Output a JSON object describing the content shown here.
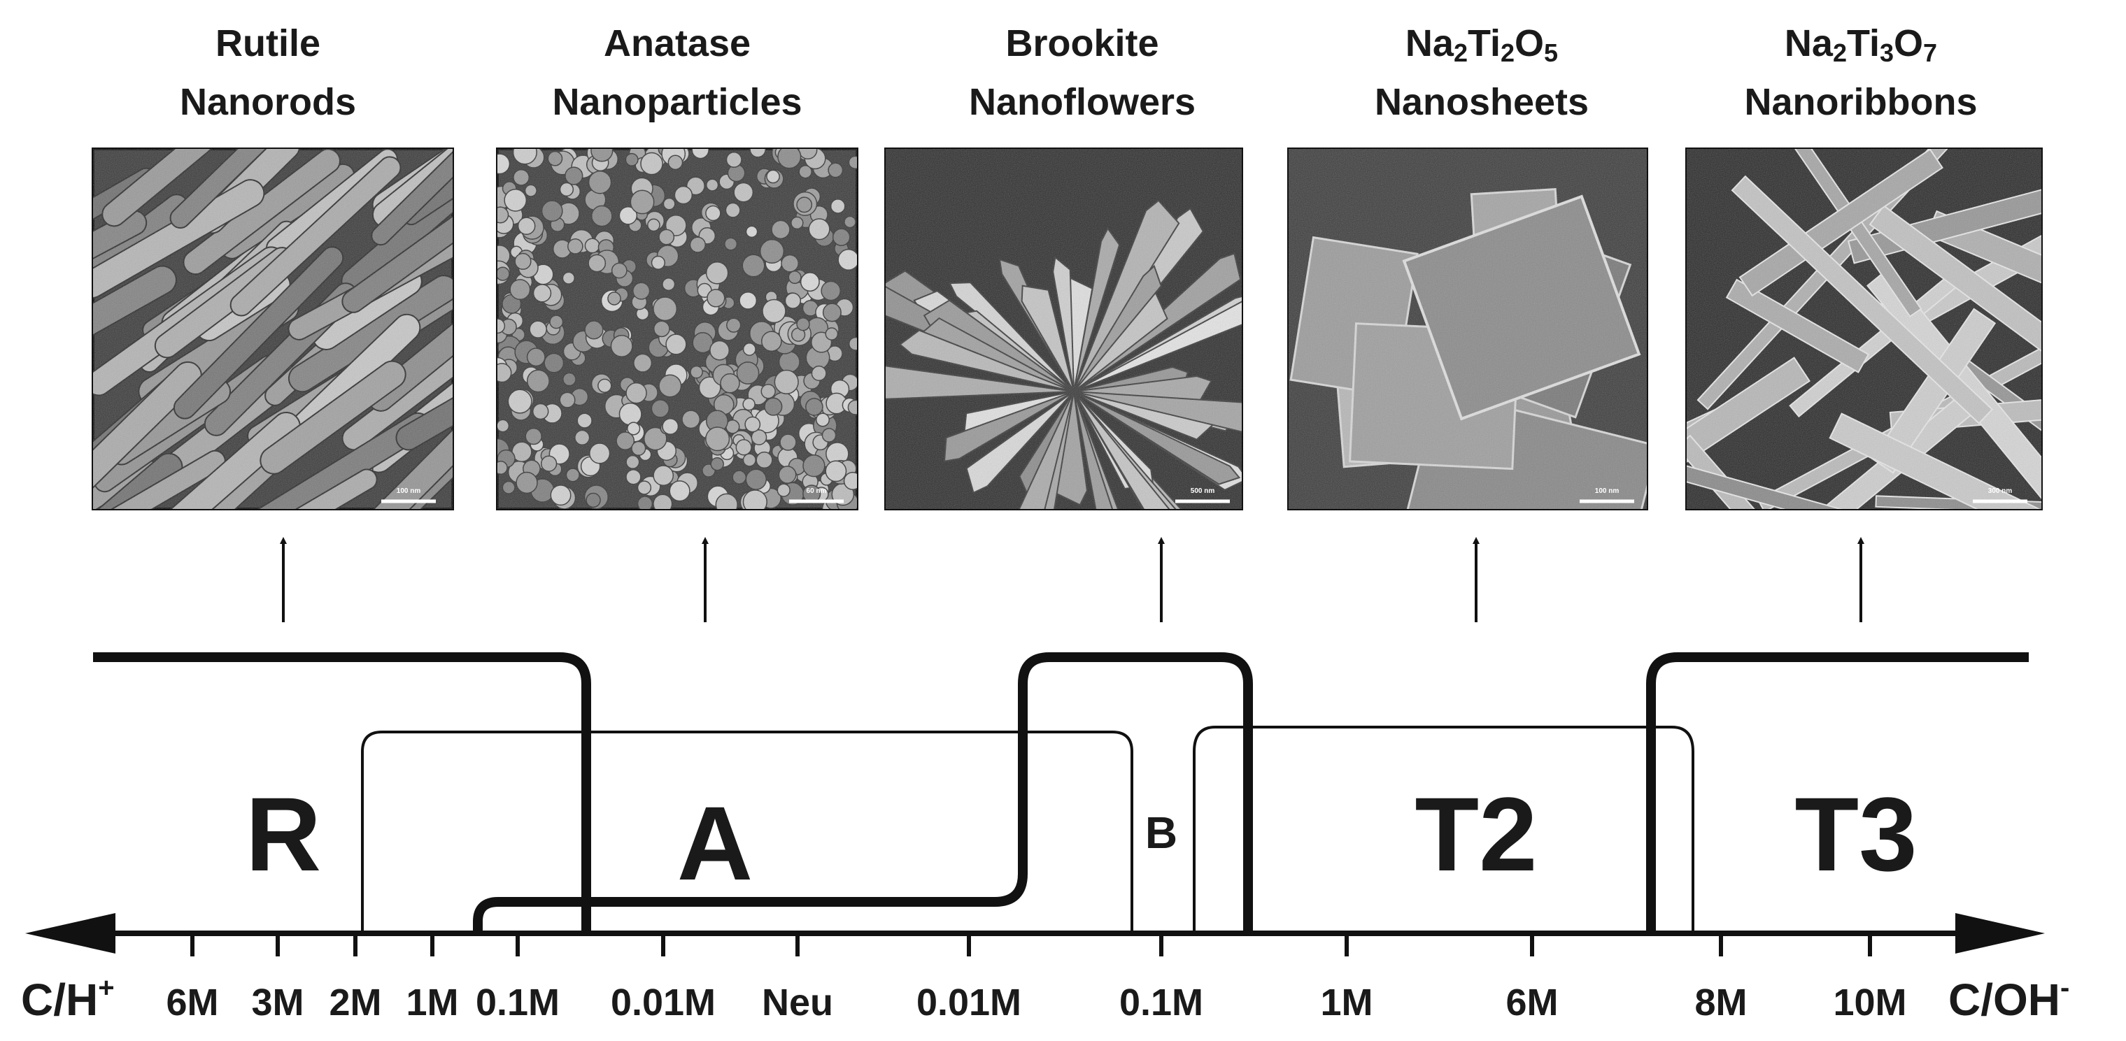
{
  "panels": [
    {
      "line1": "Rutile",
      "line2": "Nanorods",
      "line2_main": "",
      "line2_sub": "",
      "scale_bar": "100 nm",
      "texture": "rods"
    },
    {
      "line1": "Anatase",
      "line2": "Nanoparticles",
      "line2_main": "",
      "line2_sub": "",
      "scale_bar": "60 nm",
      "texture": "particles"
    },
    {
      "line1": "Brookite",
      "line2": "Nanoflowers",
      "line2_main": "",
      "line2_sub": "",
      "scale_bar": "500 nm",
      "texture": "flowers"
    },
    {
      "line1": "",
      "line1_parts": [
        "Na",
        "2",
        "Ti",
        "2",
        "O",
        "5"
      ],
      "line2": "Nanosheets",
      "scale_bar": "100 nm",
      "texture": "sheets"
    },
    {
      "line1": "",
      "line1_parts": [
        "Na",
        "2",
        "Ti",
        "3",
        "O",
        "7"
      ],
      "line2": "Nanoribbons",
      "scale_bar": "300 nm",
      "texture": "ribbons"
    }
  ],
  "regions": {
    "R": "R",
    "A": "A",
    "B": "B",
    "T2": "T2",
    "T3": "T3"
  },
  "axis": {
    "left_end": "C/H",
    "left_sup": "+",
    "right_end": "C/OH",
    "right_sup": "-",
    "ticks": [
      "6M",
      "3M",
      "2M",
      "1M",
      "0.1M",
      "0.01M",
      "Neu",
      "0.01M",
      "0.1M",
      "1M",
      "6M",
      "8M",
      "10M"
    ]
  },
  "colors": {
    "ink": "#111111",
    "micrograph_bg": "#3a3a3a",
    "background": "#ffffff"
  }
}
